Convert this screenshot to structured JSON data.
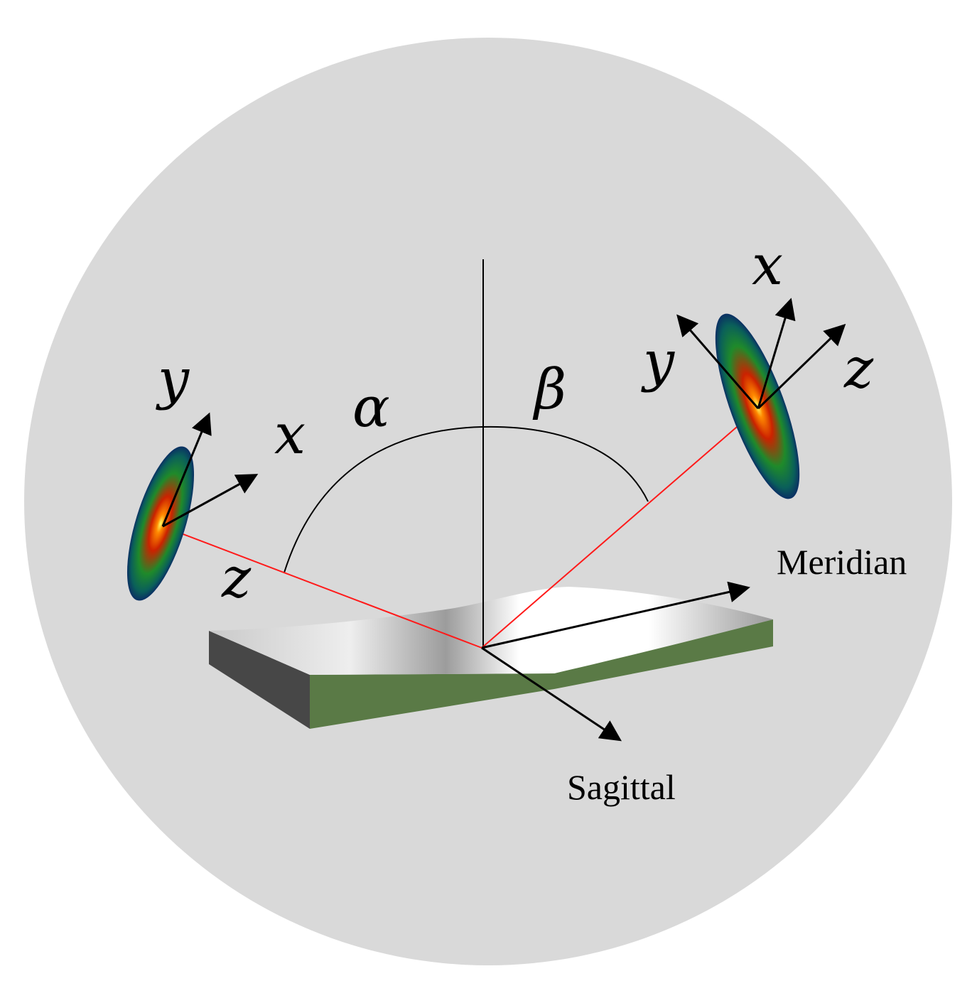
{
  "labels": {
    "incident_y": "y",
    "incident_x": "x",
    "incident_z": "z",
    "alpha": "α",
    "beta": "β",
    "reflected_x": "x",
    "reflected_y": "y",
    "reflected_z": "z",
    "meridian": "Meridian",
    "sagittal": "Sagittal"
  },
  "colors": {
    "background_disc": "#d9d9d9",
    "beam_ray": "#ff1a1a",
    "mirror_side_dark": "#474747",
    "mirror_side_green": "#5a7a46",
    "axis_line": "#000000"
  }
}
